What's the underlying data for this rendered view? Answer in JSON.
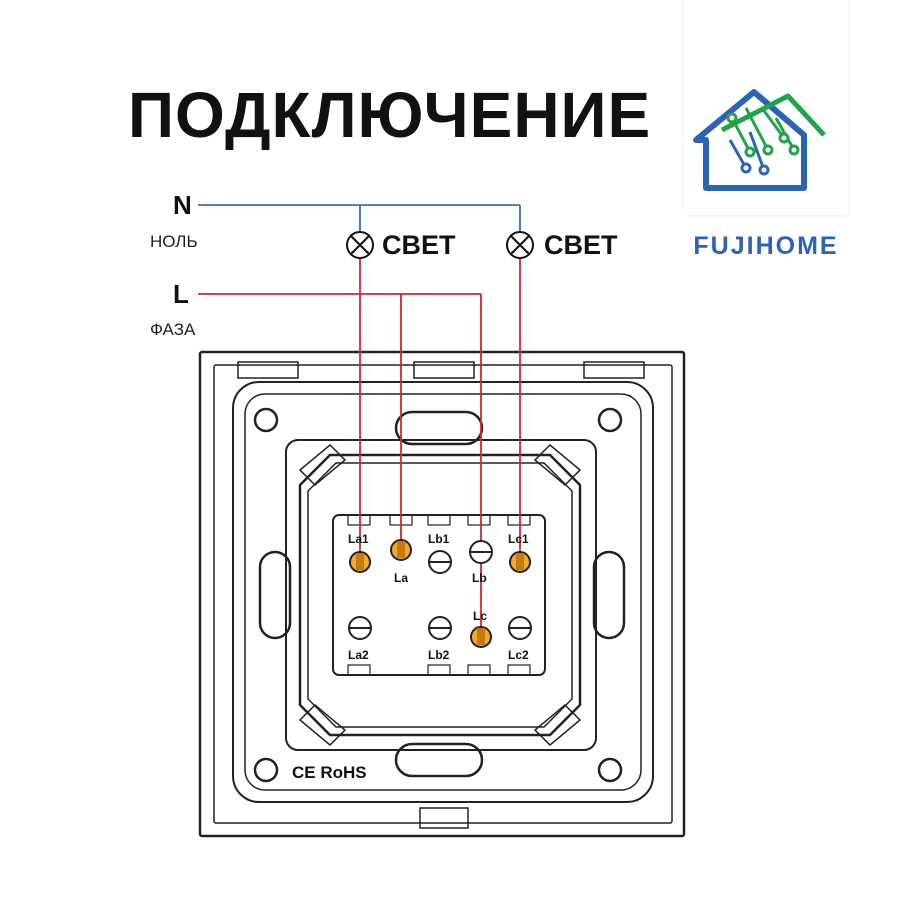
{
  "title": "ПОДКЛЮЧЕНИЕ",
  "brand": {
    "name": "FUJIHOME",
    "color_blue": "#2d63b5",
    "color_green": "#23a24d"
  },
  "wiring": {
    "neutral": {
      "symbol": "N",
      "label": "НОЛЬ",
      "color": "#3a6fa8"
    },
    "phase": {
      "symbol": "L",
      "label": "ФАЗА",
      "color": "#d0282e"
    },
    "lamps": [
      {
        "label": "СВЕТ"
      },
      {
        "label": "СВЕТ"
      }
    ]
  },
  "terminals": {
    "top_row": [
      "La1",
      "La",
      "Lb1",
      "Lb",
      "Lc1"
    ],
    "bottom_row": [
      "La2",
      "Lb2",
      "Lc",
      "Lc2"
    ]
  },
  "certification": "CE RoHS"
}
